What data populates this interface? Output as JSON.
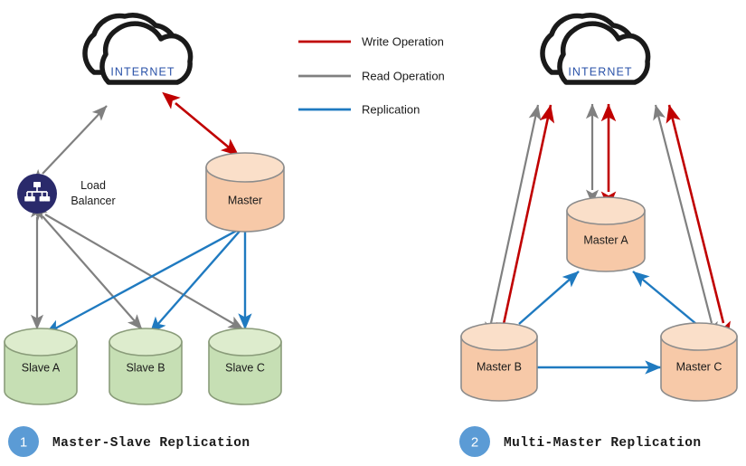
{
  "colors": {
    "write": "#c00000",
    "read": "#808080",
    "replication": "#1f7ac0",
    "cloud_stroke": "#1a1a1a",
    "internet_text": "#2a52a8",
    "db_master_fill": "#f7c9a8",
    "db_master_top": "#fadfc9",
    "db_master_stroke": "#8c8c8c",
    "db_slave_fill": "#c6dfb4",
    "db_slave_top": "#ddeccd",
    "db_slave_stroke": "#8a9c7a",
    "lb_circle": "#2a2a6b",
    "badge": "#5b9bd5",
    "background": "#ffffff"
  },
  "legend": {
    "items": [
      {
        "label": "Write Operation",
        "color_key": "write",
        "icon": "line-swatch-icon"
      },
      {
        "label": "Read Operation",
        "color_key": "read",
        "icon": "line-swatch-icon"
      },
      {
        "label": "Replication",
        "color_key": "replication",
        "icon": "line-swatch-icon"
      }
    ]
  },
  "panels": [
    {
      "id": "master-slave",
      "badge": "1",
      "caption": "Master-Slave Replication",
      "cloud": {
        "label": "INTERNET"
      },
      "load_balancer": {
        "label_line1": "Load",
        "label_line2": "Balancer",
        "icon": "load-balancer-icon"
      },
      "databases": [
        {
          "id": "master",
          "label": "Master",
          "kind": "master"
        },
        {
          "id": "slave-a",
          "label": "Slave A",
          "kind": "slave"
        },
        {
          "id": "slave-b",
          "label": "Slave B",
          "kind": "slave"
        },
        {
          "id": "slave-c",
          "label": "Slave C",
          "kind": "slave"
        }
      ],
      "connections": [
        {
          "from": "load-balancer",
          "to": "internet",
          "type": "read",
          "direction": "both"
        },
        {
          "from": "internet",
          "to": "master",
          "type": "write",
          "direction": "both"
        },
        {
          "from": "load-balancer",
          "to": "slave-a",
          "type": "read",
          "direction": "both"
        },
        {
          "from": "load-balancer",
          "to": "slave-b",
          "type": "read",
          "direction": "both"
        },
        {
          "from": "load-balancer",
          "to": "slave-c",
          "type": "read",
          "direction": "both"
        },
        {
          "from": "master",
          "to": "slave-a",
          "type": "replication",
          "direction": "one"
        },
        {
          "from": "master",
          "to": "slave-b",
          "type": "replication",
          "direction": "one"
        },
        {
          "from": "master",
          "to": "slave-c",
          "type": "replication",
          "direction": "one"
        }
      ]
    },
    {
      "id": "multi-master",
      "badge": "2",
      "caption": "Multi-Master Replication",
      "cloud": {
        "label": "INTERNET"
      },
      "databases": [
        {
          "id": "master-a",
          "label": "Master A",
          "kind": "master"
        },
        {
          "id": "master-b",
          "label": "Master B",
          "kind": "master"
        },
        {
          "id": "master-c",
          "label": "Master C",
          "kind": "master"
        }
      ],
      "connections": [
        {
          "from": "internet",
          "to": "master-a",
          "type": "read",
          "direction": "one"
        },
        {
          "from": "internet",
          "to": "master-a",
          "type": "write",
          "direction": "both"
        },
        {
          "from": "internet",
          "to": "master-b",
          "type": "read",
          "direction": "one"
        },
        {
          "from": "internet",
          "to": "master-b",
          "type": "write",
          "direction": "both"
        },
        {
          "from": "internet",
          "to": "master-c",
          "type": "read",
          "direction": "one"
        },
        {
          "from": "internet",
          "to": "master-c",
          "type": "write",
          "direction": "both"
        },
        {
          "from": "master-b",
          "to": "master-a",
          "type": "replication",
          "direction": "one"
        },
        {
          "from": "master-c",
          "to": "master-a",
          "type": "replication",
          "direction": "one"
        },
        {
          "from": "master-b",
          "to": "master-c",
          "type": "replication",
          "direction": "both"
        }
      ]
    }
  ]
}
